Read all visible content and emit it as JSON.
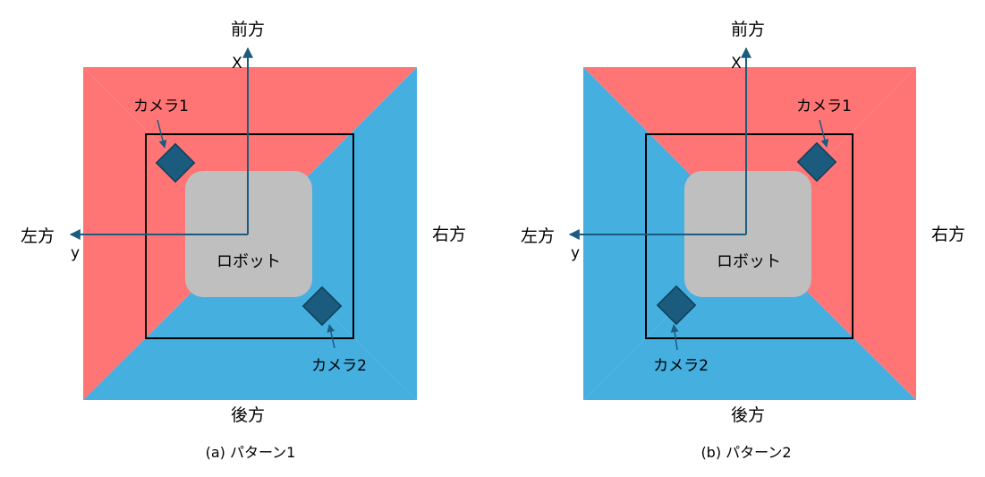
{
  "colors": {
    "red": "#FF7576",
    "blue": "#45AFE0",
    "robot": "#BFBFBF",
    "camera": "#1B5C7E",
    "camera_stroke": "#0E3F57",
    "axis": "#1B5C7E",
    "frame": "#000000"
  },
  "labels": {
    "front": "前方",
    "back": "後方",
    "left": "左方",
    "right": "右方",
    "axis_x": "X",
    "axis_y": "y",
    "robot": "ロボット",
    "camera1": "カメラ1",
    "camera2": "カメラ2"
  },
  "panels": [
    {
      "caption": "(a) パターン1",
      "red_zones": [
        "front",
        "left"
      ],
      "blue_zones": [
        "right",
        "back"
      ]
    },
    {
      "caption": "(b) パターン2",
      "red_zones": [
        "front",
        "right"
      ],
      "blue_zones": [
        "left",
        "back"
      ]
    }
  ]
}
